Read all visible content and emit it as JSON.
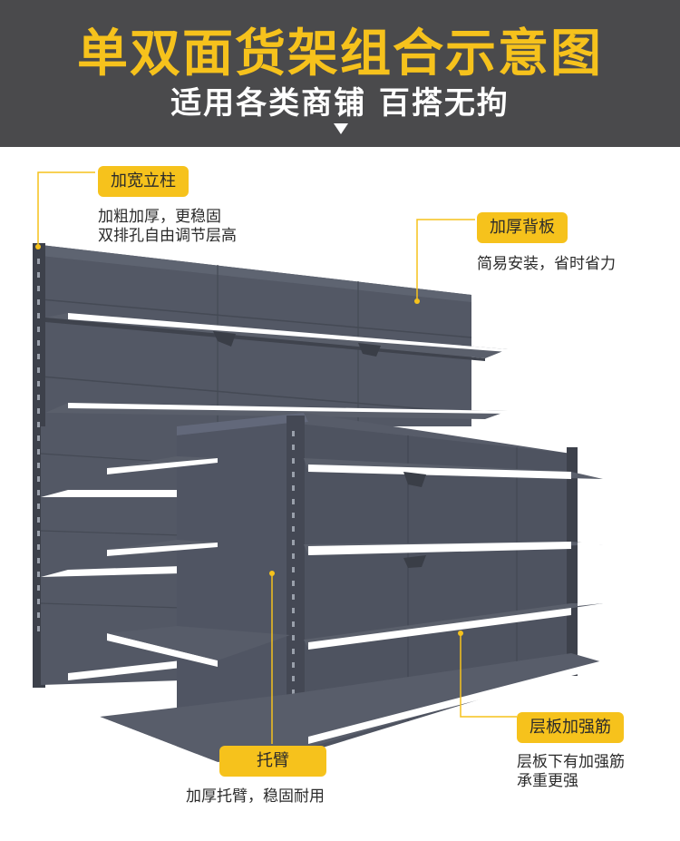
{
  "header": {
    "title": "单双面货架组合示意图",
    "subtitle": "适用各类商铺 百搭无拘"
  },
  "callouts": {
    "column": {
      "label": "加宽立柱",
      "desc1": "加粗加厚，更稳固",
      "desc2": "双排孔自由调节层高"
    },
    "backboard": {
      "label": "加厚背板",
      "desc1": "简易安装，省时省力"
    },
    "rib": {
      "label": "层板加强筋",
      "desc1": "层板下有加强筋",
      "desc2": "承重更强"
    },
    "bracket": {
      "label": "托臂",
      "desc1": "加厚托臂，稳固耐用"
    }
  },
  "colors": {
    "header_bg": "#4a4a4c",
    "title": "#f6c21c",
    "accent": "#f6c21c",
    "shelf_dark": "#4f5460",
    "shelf_edge": "#ffffff"
  }
}
